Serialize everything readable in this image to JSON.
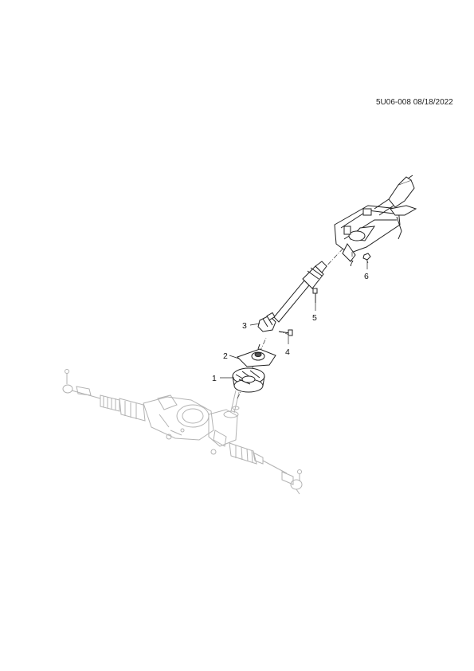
{
  "header": {
    "code": "5U06-008 08/18/2022"
  },
  "callouts": [
    {
      "id": "1",
      "label": "1"
    },
    {
      "id": "2",
      "label": "2"
    },
    {
      "id": "3",
      "label": "3"
    },
    {
      "id": "4",
      "label": "4"
    },
    {
      "id": "5",
      "label": "5"
    },
    {
      "id": "6",
      "label": "6"
    },
    {
      "id": "7",
      "label": "7"
    }
  ]
}
